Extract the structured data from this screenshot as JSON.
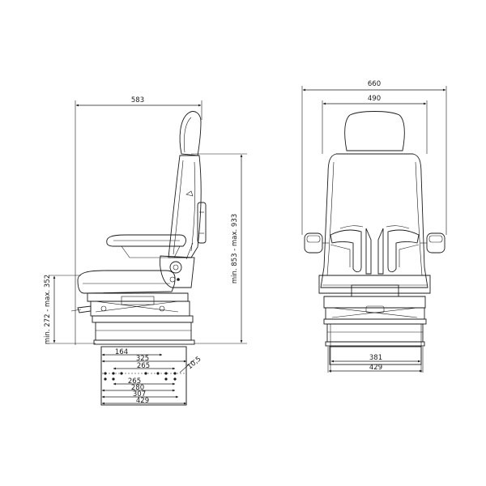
{
  "side_view": {
    "overall_depth": "583",
    "height_range": "min. 853 - max. 933",
    "seat_height_range": "min. 272 - max. 352",
    "base_dims": {
      "d164": "164",
      "d325": "325",
      "d265a": "265",
      "d265b": "265",
      "d280": "280",
      "d307": "307",
      "d429": "429",
      "slot": "10,5"
    }
  },
  "front_view": {
    "overall_width": "660",
    "seat_width": "490",
    "base_inner": "381",
    "base_outer": "429"
  }
}
